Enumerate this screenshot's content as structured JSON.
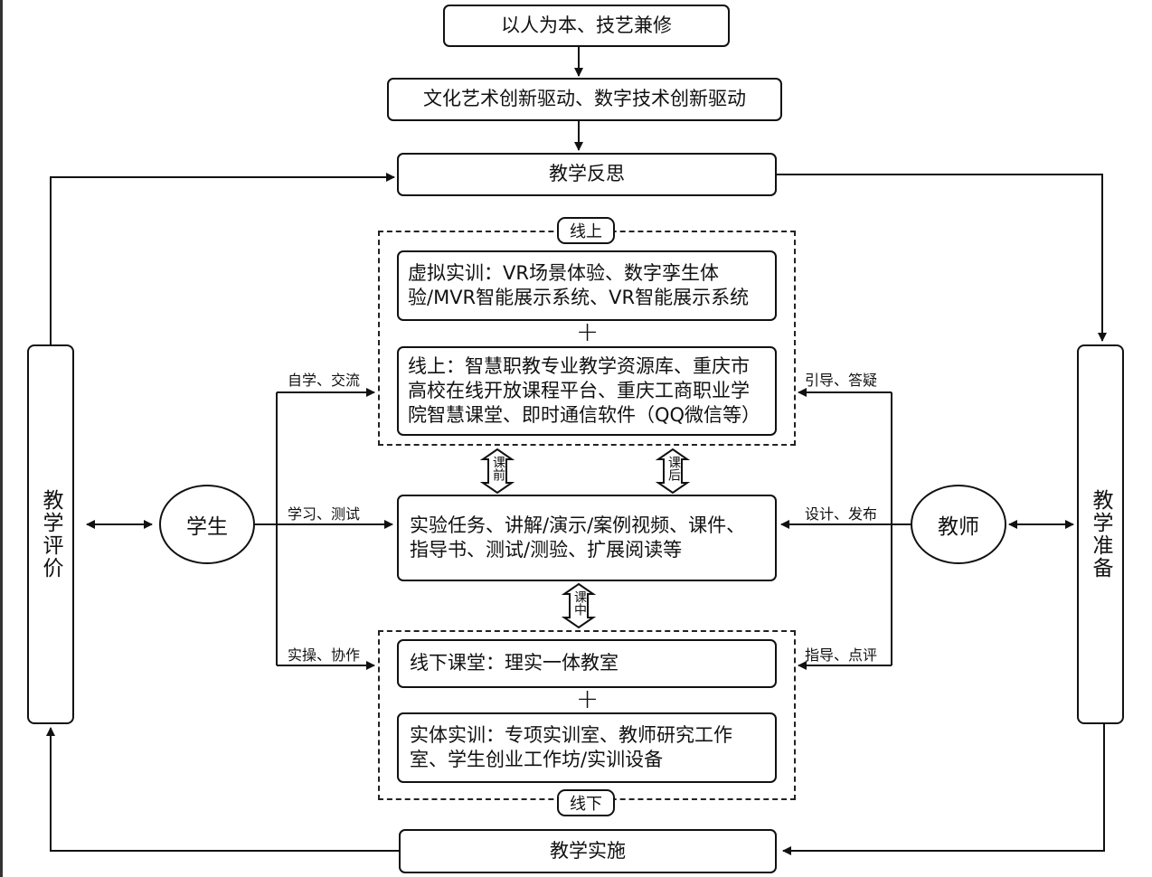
{
  "nodes": {
    "top": "以人为本、技艺兼修",
    "drive": "文化艺术创新驱动、数字技术创新驱动",
    "reflect": "教学反思",
    "implement": "教学实施",
    "evaluate": "教学评价",
    "prepare": "教学准备",
    "student": "学生",
    "teacher": "教师",
    "vr": "虚拟实训：VR场景体验、数字孪生体验/MVR智能展示系统、VR智能展示系统",
    "online_res": "线上：智慧职教专业教学资源库、重庆市高校在线开放课程平台、重庆工商职业学院智慧课堂、即时通信软件（QQ微信等）",
    "tasks": "实验任务、讲解/演示/案例视频、课件、指导书、测试/测验、扩展阅读等",
    "classroom": "线下课堂：理实一体教室",
    "physical": "实体实训：专项实训室、教师研究工作室、学生创业工作坊/实训设备"
  },
  "groups": {
    "online": "线上",
    "offline": "线下"
  },
  "stages": {
    "before": "课前",
    "after": "课后",
    "during": "课中"
  },
  "edge_labels": {
    "self_study": "自学、交流",
    "study_test": "学习、测试",
    "practice": "实操、协作",
    "guide_answer": "引导、答疑",
    "design_publish": "设计、发布",
    "guide_review": "指导、点评"
  },
  "plus_sign": "+"
}
